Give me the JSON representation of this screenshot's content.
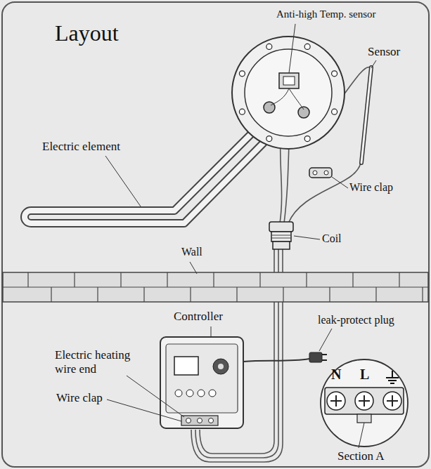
{
  "diagram": {
    "title": "Layout",
    "labels": [
      "Anti-high Temp. sensor",
      "Sensor",
      "Electric element",
      "Wire clap",
      "Coil",
      "Wall",
      "Controller",
      "leak-protect plug",
      "Electric heating wire end",
      "Wire clap",
      "N",
      "L",
      "Section A"
    ]
  }
}
